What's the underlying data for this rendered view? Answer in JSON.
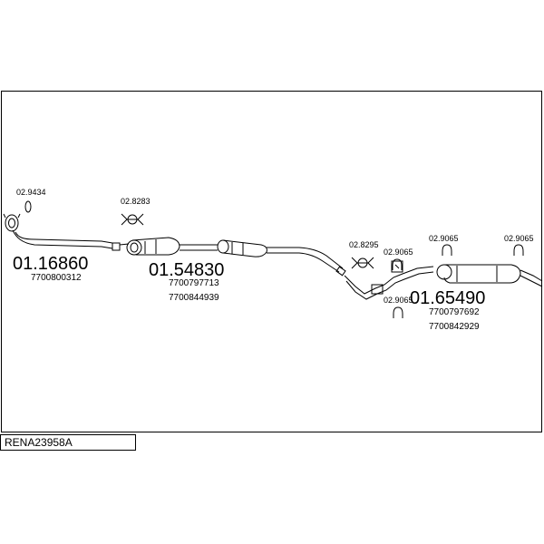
{
  "diagram_code": "RENA23958A",
  "parts": [
    {
      "part_no": "01.16860",
      "oe_refs": [
        "7700800312"
      ]
    },
    {
      "part_no": "01.54830",
      "oe_refs": [
        "7700797713",
        "7700844939"
      ]
    },
    {
      "part_no": "01.65490",
      "oe_refs": [
        "7700797692",
        "7700842929"
      ]
    }
  ],
  "fittings": {
    "gasket": "02.9434",
    "clamp_front": "02.8283",
    "clamp_rear": "02.8295",
    "hanger_1": "02.9065",
    "hanger_2": "02.9065",
    "hanger_3": "02.9065",
    "hanger_4": "02.9065"
  },
  "colors": {
    "line": "#000000",
    "background": "#ffffff"
  }
}
